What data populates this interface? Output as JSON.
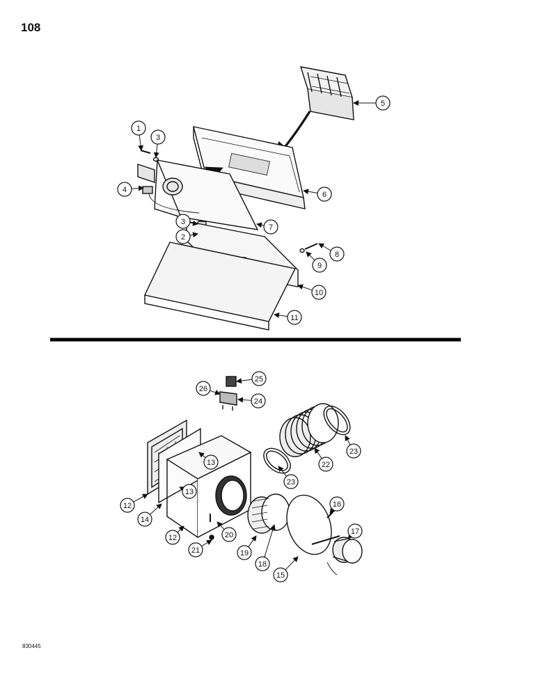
{
  "page": {
    "number": "108",
    "code": "830445"
  },
  "callouts": {
    "top": [
      "1",
      "3",
      "4",
      "5",
      "6",
      "7",
      "3",
      "2",
      "8",
      "9",
      "10",
      "11"
    ],
    "bottom": [
      "25",
      "26",
      "24",
      "13",
      "13",
      "12",
      "14",
      "12",
      "23",
      "22",
      "23",
      "20",
      "21",
      "19",
      "18",
      "16",
      "17",
      "15"
    ]
  },
  "colors": {
    "ink": "#111111",
    "background": "#ffffff",
    "divider": "#000000"
  }
}
